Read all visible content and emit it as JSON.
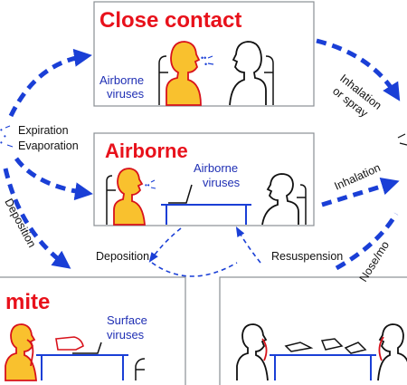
{
  "panels": {
    "close_contact": {
      "title": "Close contact",
      "label_line1": "Airborne",
      "label_line2": "viruses"
    },
    "airborne": {
      "title": "Airborne",
      "label_line1": "Airborne",
      "label_line2": "viruses"
    },
    "fomite": {
      "title": "mite",
      "label_line1": "Surface",
      "label_line2": "viruses"
    }
  },
  "source_labels": {
    "line1": "Expiration",
    "line2": "Evaporation"
  },
  "arrow_labels": {
    "inhalation_spray_1": "Inhalation",
    "inhalation_spray_2": "or spray",
    "inhalation": "Inhalation",
    "deposition_diag": "Deposition",
    "deposition": "Deposition",
    "resuspension": "Resuspension",
    "nose_mouth": "Nose/mo"
  },
  "colors": {
    "title_red": "#e8111b",
    "arrow_blue": "#1a3fd6",
    "label_blue": "#1f2fb4",
    "infected_fill": "#f9c12e",
    "infected_outline": "#d8121b"
  }
}
